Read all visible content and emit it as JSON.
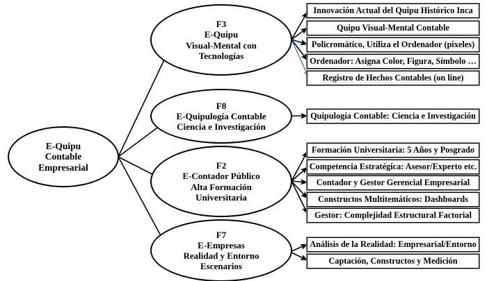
{
  "diagram": {
    "title": "E-Quipu Contable Empresarial",
    "background_color": "#ffffff",
    "line_color": "#000000",
    "accent_line_color": "#4a6fa5",
    "box_border_color": "#000000",
    "box_shadow_color": "#8a8a8a",
    "root": {
      "lines": [
        "E-Quipu",
        "Contable",
        "Empresarial"
      ]
    },
    "branches": [
      {
        "code": "F3",
        "lines": [
          "F3",
          "E-Quipu",
          "Visual-Mental con",
          "Tecnologías"
        ],
        "leaves": [
          "Innovación Actual del Quipu Histórico Inca",
          "Quipu Visual-Mental Contable",
          "Policromático, Utiliza el Ordenador (pixeles)",
          "Ordenador: Asigna Color, Figura, Símbolo …",
          "Registro de Hechos Contables (on line)"
        ]
      },
      {
        "code": "F8",
        "lines": [
          "F8",
          "E-Quipulogía Contable",
          "Ciencia e Investigación"
        ],
        "leaves": [
          "Quipulogía Contable: Ciencia e Investigación"
        ]
      },
      {
        "code": "F2",
        "lines": [
          "F2",
          "E-Contador Público",
          "Alta Formación",
          "Universitaria"
        ],
        "leaves": [
          "Formación Universitaria: 5 Años y Posgrado",
          "Competencia Estratégica: Asesor/Experto etc.",
          "Contador y Gestor Gerencial Empresarial",
          "Constructos Multitemáticos: Dashboards",
          "Gestor: Complejidad Estructural Factorial"
        ]
      },
      {
        "code": "F7",
        "lines": [
          "F7",
          "E-Empresas",
          "Realidad y Entorno",
          "Escenarios"
        ],
        "leaves": [
          "Análisis de la Realidad: Empresarial/Entorno",
          "Captación, Constructos y Medición"
        ]
      }
    ]
  }
}
